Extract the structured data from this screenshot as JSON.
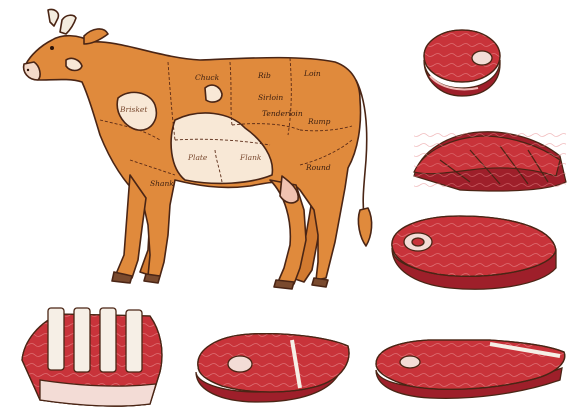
{
  "colors": {
    "cow_orange": "#e08a3c",
    "cow_cream": "#f8e8d6",
    "outline": "#4a2515",
    "meat_red": "#c8333a",
    "meat_dark": "#9e1f2a",
    "fat": "#f3dcd6",
    "marbling": "#f0b9b5",
    "bone": "#f6efe6"
  },
  "cow_cut_labels": [
    "Chuck",
    "Rib",
    "Loin",
    "Sirloin",
    "Tenderloin",
    "Rump",
    "Brisket",
    "Plate",
    "Flank",
    "Round",
    "Shank"
  ]
}
